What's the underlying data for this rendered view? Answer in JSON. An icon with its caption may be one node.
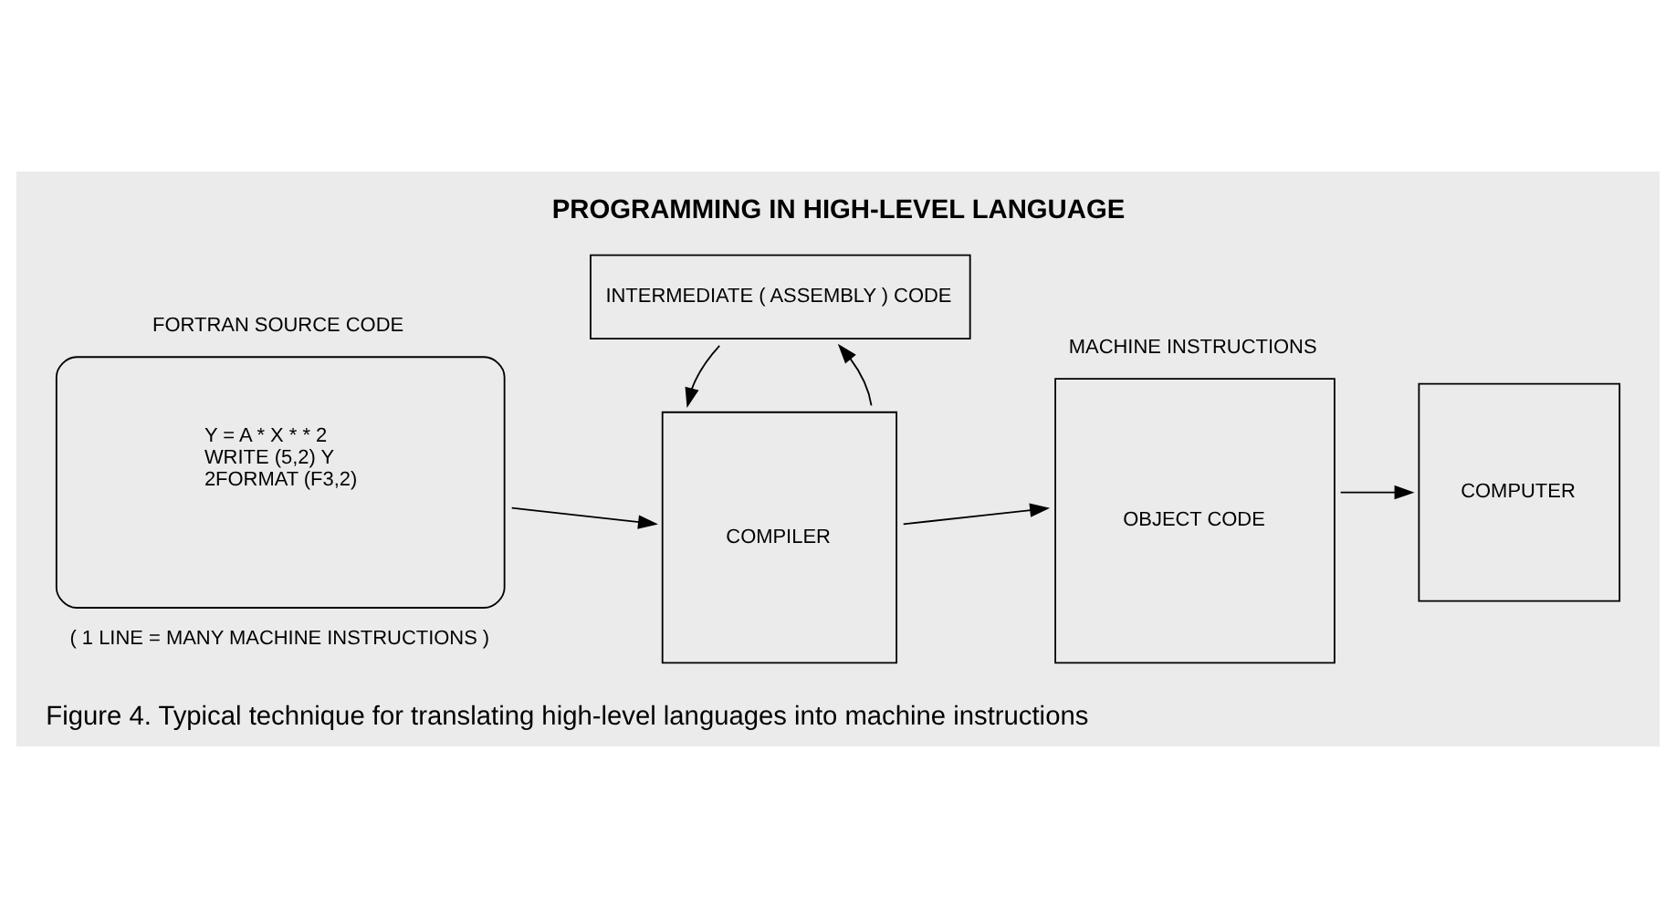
{
  "diagram": {
    "title": "PROGRAMMING IN HIGH-LEVEL LANGUAGE",
    "caption": "Figure 4. Typical technique for translating high-level languages into machine instructions",
    "nodes": [
      {
        "text": [
          "FORTRAN SOURCE CODE",
          "Y = A * X * * 2",
          "WRITE (5,2) Y",
          "2FORMAT (F3,2)"
        ],
        "beside": [
          "( 1 LINE = MANY MACHINE INSTRUCTIONS )"
        ]
      },
      {
        "text": [
          "COMPILER"
        ]
      },
      {
        "text": [
          "MACHINE INSTRUCTIONS",
          "OBJECT CODE"
        ]
      },
      {
        "text": [
          "COMPUTER"
        ]
      },
      {
        "text": [
          "INTERMEDIATE ( ASSEMBLY ) CODE"
        ]
      }
    ],
    "edges": [
      {
        "from": 0,
        "to": 1,
        "arrow": "to"
      },
      {
        "from": 1,
        "to": 2,
        "arrow": "to"
      },
      {
        "from": 2,
        "to": 3,
        "arrow": "to"
      },
      {
        "from": 1,
        "to": 4,
        "arrow": "to"
      },
      {
        "from": 4,
        "to": 1,
        "arrow": "to"
      }
    ]
  }
}
